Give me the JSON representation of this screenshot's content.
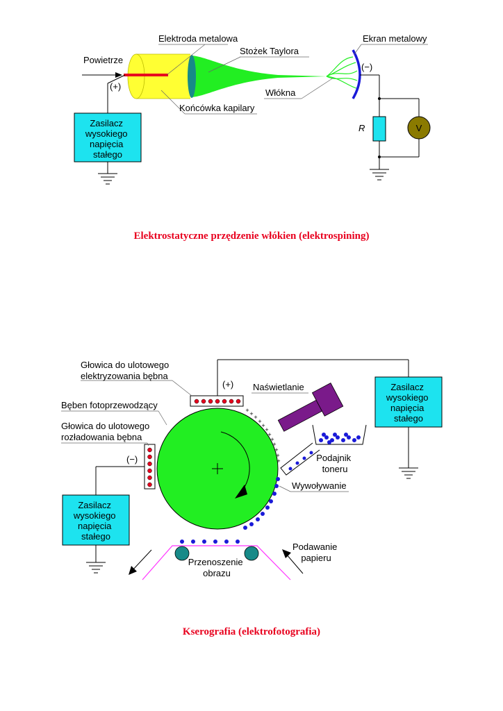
{
  "diagram1": {
    "labels": {
      "electrode": "Elektroda metalowa",
      "screen": "Ekran metalowy",
      "air": "Powietrze",
      "cone": "Stożek Taylora",
      "plus": "(+)",
      "minus": "(−)",
      "fibers": "Włókna",
      "capillary_tip": "Końcówka kapilary",
      "resistor": "R",
      "voltmeter": "V"
    },
    "power_supply": [
      "Zasilacz",
      "wysokiego",
      "napięcia",
      "stałego"
    ],
    "title": "Elektrostatyczne przędzenie włókien (elektrospining)"
  },
  "diagram2": {
    "labels": {
      "charge_head": [
        "Głowica do ulotowego",
        "elektryzowania bębna"
      ],
      "drum": "Bęben fotoprzewodzący",
      "discharge_head": [
        "Głowica do ulotowego",
        "rozładowania bębna"
      ],
      "plus": "(+)",
      "minus": "(−)",
      "exposure": "Naświetlanie",
      "toner_feeder": [
        "Podajnik",
        "toneru"
      ],
      "development": "Wywoływanie",
      "transfer": [
        "Przenoszenie",
        "obrazu"
      ],
      "paper_feed": [
        "Podawanie",
        "papieru"
      ]
    },
    "power_supply_right": [
      "Zasilacz",
      "wysokiego",
      "napięcia",
      "stałego"
    ],
    "power_supply_left": [
      "Zasilacz",
      "wysokiego",
      "napięcia",
      "stałego"
    ],
    "title": "Kserografia (elektrofotografia)"
  },
  "colors": {
    "cyan": "#1de3ef",
    "green": "#22ee22",
    "yellow": "#ffff33",
    "blue": "#1a1ad8",
    "teal": "#178a88",
    "purple": "#7a1a8a",
    "magenta": "#ff33ff",
    "red": "#e8001e",
    "olive": "#8a7a00"
  }
}
